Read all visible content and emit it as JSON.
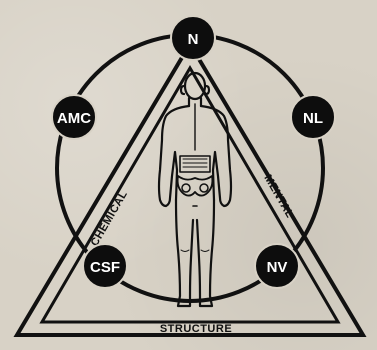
{
  "diagram": {
    "nodes": {
      "top": "N",
      "upper_left": "AMC",
      "upper_right": "NL",
      "lower_left": "CSF",
      "lower_right": "NV"
    },
    "sides": {
      "left": "CHEMICAL",
      "right": "MENTAL",
      "bottom": "STRUCTURE"
    }
  }
}
